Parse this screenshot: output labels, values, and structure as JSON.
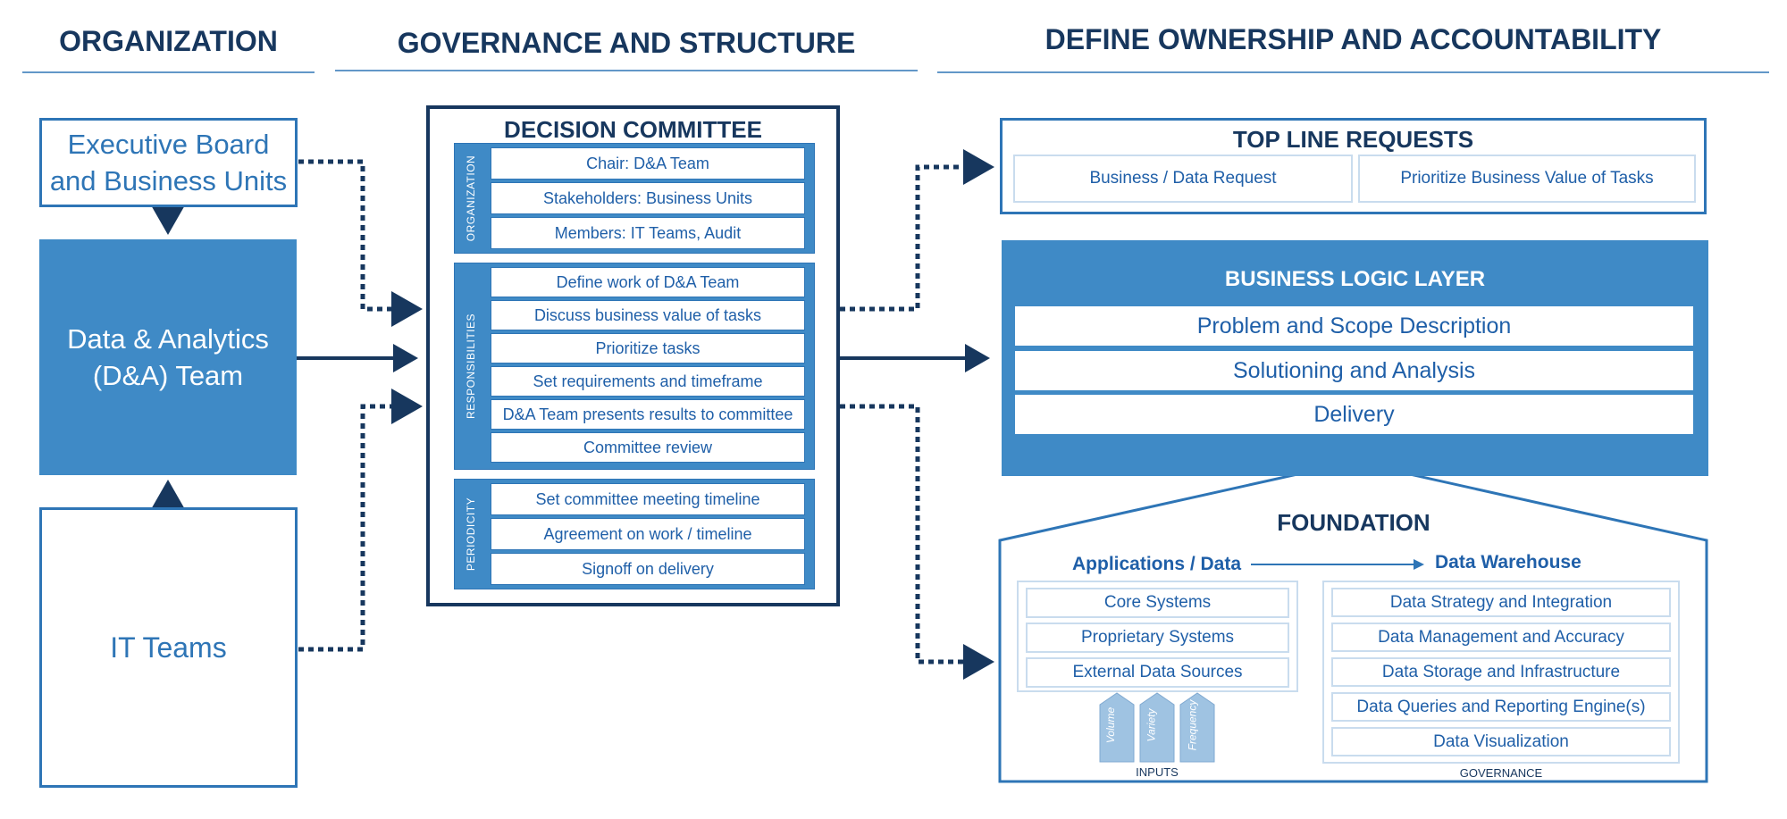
{
  "headers": {
    "organization": "ORGANIZATION",
    "governance": "GOVERNANCE AND STRUCTURE",
    "ownership": "DEFINE OWNERSHIP AND ACCOUNTABILITY"
  },
  "organization": {
    "exec_board": "Executive Board and Business Units",
    "da_team": "Data & Analytics (D&A) Team",
    "it_teams": "IT Teams"
  },
  "committee": {
    "title": "DECISION COMMITTEE",
    "bands": [
      {
        "label": "ORGANIZATION",
        "rows": [
          "Chair: D&A Team",
          "Stakeholders: Business Units",
          "Members: IT Teams, Audit"
        ]
      },
      {
        "label": "RESPONSIBILITIES",
        "rows": [
          "Define work of D&A Team",
          "Discuss business value of tasks",
          "Prioritize tasks",
          "Set requirements and timeframe",
          "D&A Team presents results to committee",
          "Committee review"
        ]
      },
      {
        "label": "PERIODICITY",
        "rows": [
          "Set committee meeting timeline",
          "Agreement on work / timeline",
          "Signoff on delivery"
        ]
      }
    ]
  },
  "top_line": {
    "title": "TOP LINE REQUESTS",
    "cells": [
      "Business / Data Request",
      "Prioritize Business Value of Tasks"
    ]
  },
  "business_logic": {
    "title": "BUSINESS LOGIC LAYER",
    "rows": [
      "Problem and Scope Description",
      "Solutioning and Analysis",
      "Delivery"
    ]
  },
  "foundation": {
    "title": "FOUNDATION",
    "applications_label": "Applications / Data",
    "warehouse_label": "Data Warehouse",
    "applications": [
      "Core Systems",
      "Proprietary Systems",
      "External Data Sources"
    ],
    "inputs": [
      "Volume",
      "Variety",
      "Frequency"
    ],
    "inputs_label": "INPUTS",
    "warehouse": [
      "Data Strategy and Integration",
      "Data Management and Accuracy",
      "Data Storage and Infrastructure",
      "Data Queries and Reporting Engine(s)",
      "Data Visualization"
    ],
    "governance_label": "GOVERNANCE"
  },
  "colors": {
    "navy": "#17375e",
    "blue": "#2e75b6",
    "fill": "#3f8ac6",
    "light": "#c9dcee",
    "input_fill": "#9fc3e2"
  }
}
